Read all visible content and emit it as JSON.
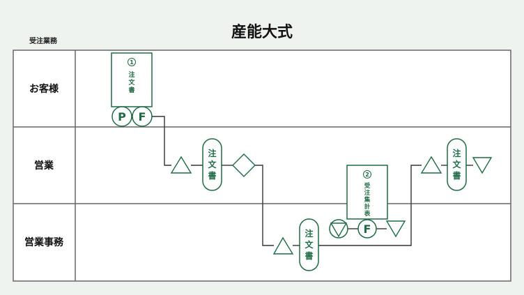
{
  "title": "産能大式",
  "subtitle": "受注業務",
  "colors": {
    "accent": "#1e6b45",
    "line": "#333333",
    "grid": "#666666",
    "background": "#eef3ef",
    "panel": "#ffffff"
  },
  "lanes": [
    {
      "label": "お客様"
    },
    {
      "label": "営業"
    },
    {
      "label": "営業事務"
    }
  ],
  "documents": [
    {
      "number": "①",
      "chars": [
        "注",
        "文",
        "書"
      ],
      "lane": "お客様",
      "badges": [
        "P",
        "F"
      ]
    },
    {
      "number": "②",
      "chars": [
        "受",
        "注",
        "集",
        "計",
        "表"
      ],
      "lane": "営業事務",
      "badges": [
        "▽",
        "F"
      ]
    }
  ],
  "capsules": [
    {
      "chars": [
        "注",
        "文",
        "書"
      ],
      "lane": "営業"
    },
    {
      "chars": [
        "注",
        "文",
        "書"
      ],
      "lane": "営業事務"
    },
    {
      "chars": [
        "注",
        "文",
        "書"
      ],
      "lane": "営業"
    }
  ],
  "symbols": {
    "badge_p": "P",
    "badge_f": "F",
    "start_triangle": "△",
    "end_triangle": "▽",
    "decision": "◇"
  }
}
